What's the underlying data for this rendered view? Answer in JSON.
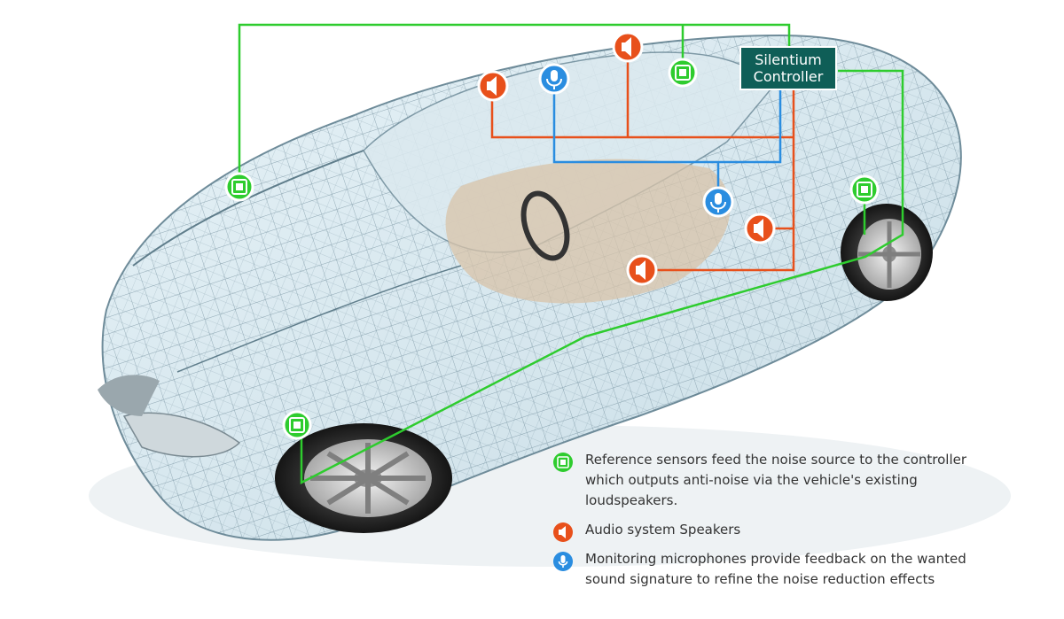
{
  "controller": {
    "line1": "Silentium",
    "line2": "Controller"
  },
  "legend": [
    {
      "icon": "chip-icon",
      "color": "#2ecc2e",
      "line1": "Reference sensors feed the noise source to the controller",
      "line2": "which outputs anti-noise via the vehicle's existing",
      "line3": "loudspeakers."
    },
    {
      "icon": "speaker-icon",
      "color": "#e8501b",
      "line1": "Audio system Speakers"
    },
    {
      "icon": "microphone-icon",
      "color": "#2a8de0",
      "line1": "Monitoring microphones provide feedback on the wanted",
      "line2": "sound signature to refine the noise reduction effects"
    }
  ],
  "colors": {
    "sensor": "#2ecc2e",
    "speaker": "#e8501b",
    "microphone": "#2a8de0",
    "controller_bg": "#0f5e57",
    "car_mesh": "#5d7f90"
  }
}
